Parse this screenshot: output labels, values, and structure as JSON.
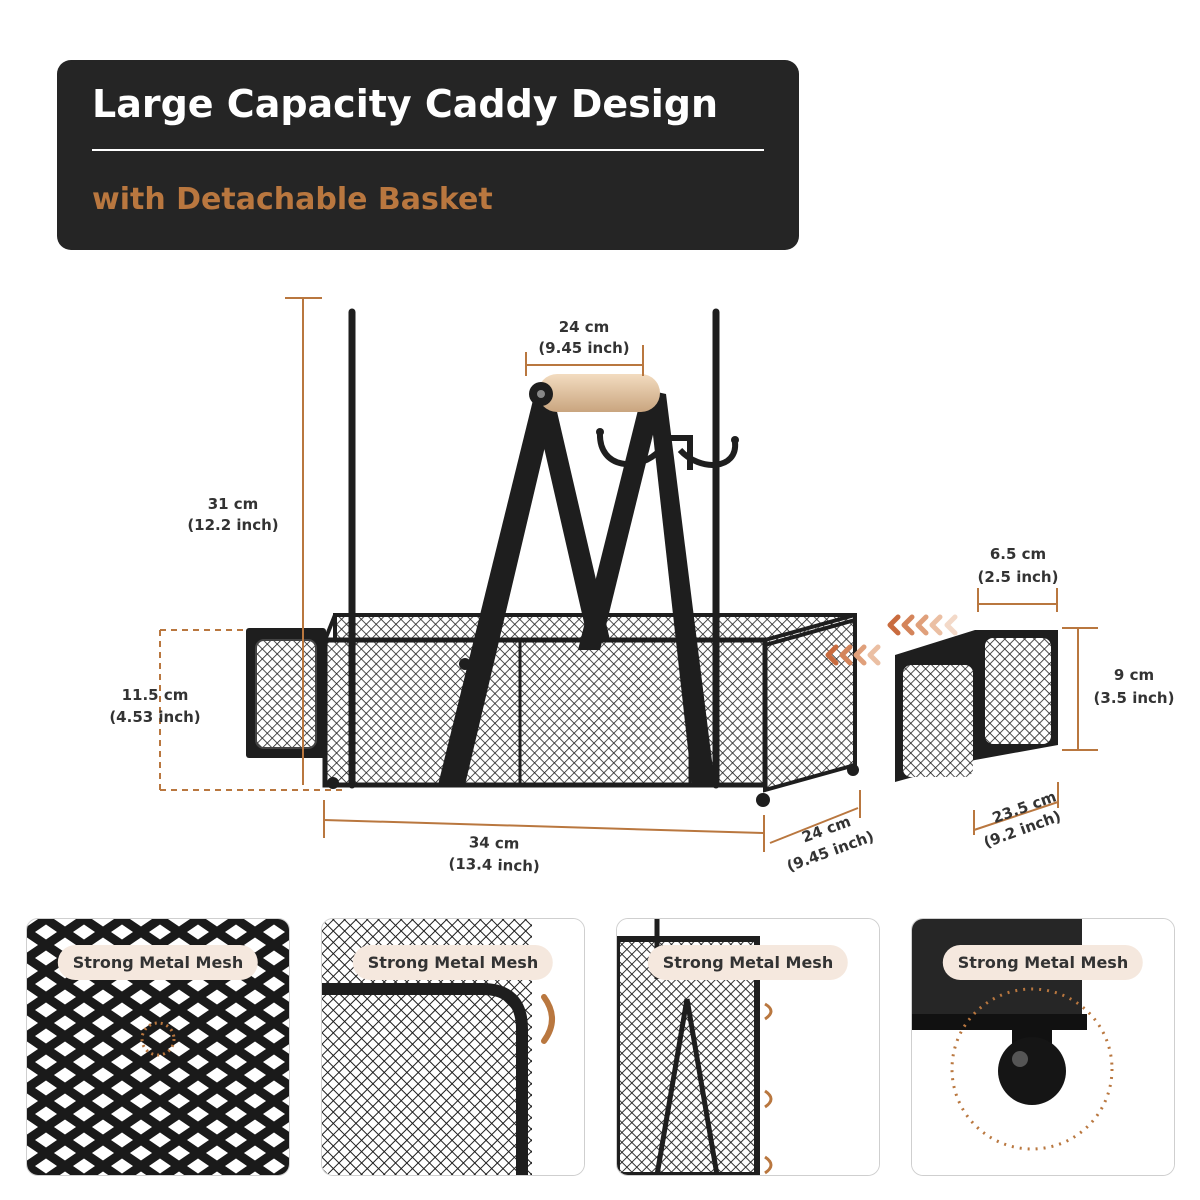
{
  "header": {
    "title": "Large Capacity Caddy Design",
    "subtitle": "with Detachable Basket"
  },
  "dimensions": {
    "height_total": {
      "cm": "31 cm",
      "inch": "(12.2 inch)"
    },
    "handle_width": {
      "cm": "24 cm",
      "inch": "(9.45 inch)"
    },
    "basket_height": {
      "cm": "11.5 cm",
      "inch": "(4.53 inch)"
    },
    "length": {
      "cm": "34 cm",
      "inch": "(13.4 inch)"
    },
    "width": {
      "cm": "24 cm",
      "inch": "(9.45 inch)"
    },
    "small_width": {
      "cm": "6.5 cm",
      "inch": "(2.5 inch)"
    },
    "small_height": {
      "cm": "9 cm",
      "inch": "(3.5 inch)"
    },
    "small_length": {
      "cm": "23.5 cm",
      "inch": "(9.2 inch)"
    }
  },
  "panels": [
    {
      "label": "Strong Metal Mesh"
    },
    {
      "label": "Strong Metal Mesh"
    },
    {
      "label": "Strong Metal Mesh"
    },
    {
      "label": "Strong Metal Mesh"
    }
  ],
  "colors": {
    "header_bg": "#252525",
    "accent": "#b9773f",
    "metal": "#1e1e1e",
    "pill_bg": "#f5e8de"
  }
}
